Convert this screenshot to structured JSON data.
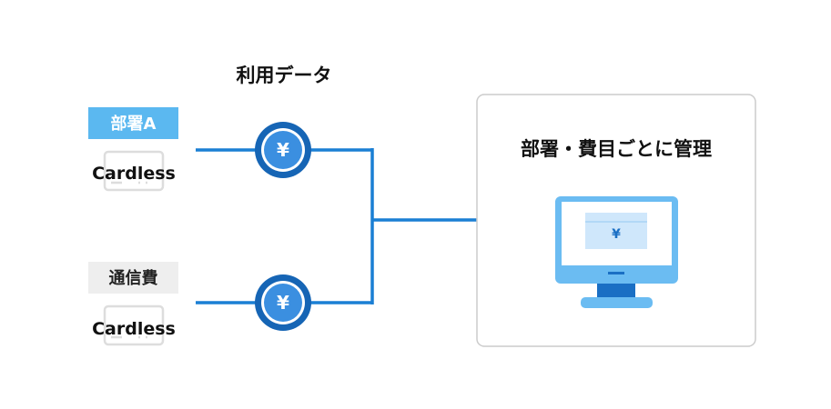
{
  "header": {
    "usage_data_label": "利用データ"
  },
  "sources": [
    {
      "tag": "部署A",
      "tag_bg": "#5bb8f0",
      "tag_color": "#ffffff",
      "card_label": "Cardless",
      "coin_symbol": "¥"
    },
    {
      "tag": "通信費",
      "tag_bg": "#eeeeee",
      "tag_color": "#222222",
      "card_label": "Cardless",
      "coin_symbol": "¥"
    }
  ],
  "management": {
    "title": "部署・費目ごとに管理",
    "screen_symbol": "¥"
  },
  "colors": {
    "line": "#1a7fd4",
    "coin_outer": "#1665b5",
    "coin_ring": "#ffffff",
    "coin_inner": "#3b8fe0",
    "card_outline": "#dddddd",
    "panel_border": "#cccccc",
    "monitor": "#6bbcf2",
    "monitor_dark": "#1a6fc4",
    "screen_card": "#cfe7fb"
  }
}
